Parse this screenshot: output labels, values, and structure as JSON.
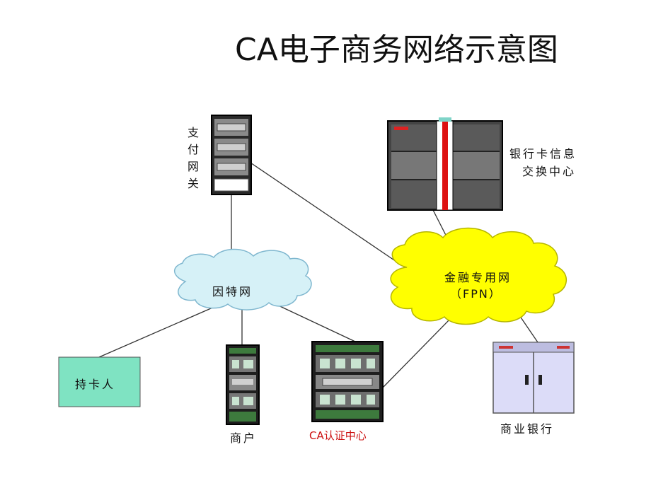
{
  "title": "CA电子商务网络示意图",
  "nodes": {
    "payment_gateway": [
      "支",
      "付",
      "网",
      "关"
    ],
    "bank_card_center_line1": "银行卡信息",
    "bank_card_center_line2": "交换中心",
    "internet": "因特网",
    "fpn_line1": "金融专用网",
    "fpn_line2": "（FPN）",
    "cardholder": "持卡人",
    "merchant": "商户",
    "ca_center": "CA认证中心",
    "commercial_bank": "商业银行"
  },
  "colors": {
    "internet_cloud": "#d6f1f7",
    "fpn_cloud": "#ffff00",
    "cardholder_box": "#7fe3c2",
    "ca_label": "#cc1111",
    "bank_cabinet": "#dcdcf8"
  },
  "connections": [
    [
      "payment_gateway",
      "internet"
    ],
    [
      "payment_gateway",
      "fpn"
    ],
    [
      "internet",
      "cardholder"
    ],
    [
      "internet",
      "merchant"
    ],
    [
      "internet",
      "ca_center"
    ],
    [
      "ca_center",
      "fpn"
    ],
    [
      "bank_card_center",
      "fpn"
    ],
    [
      "fpn",
      "commercial_bank"
    ]
  ]
}
